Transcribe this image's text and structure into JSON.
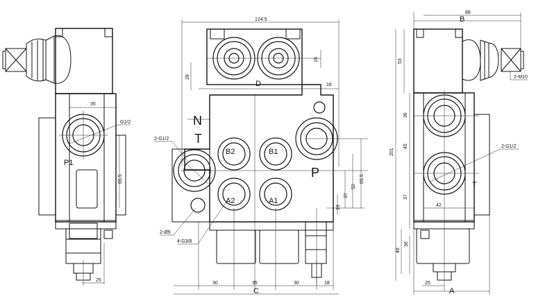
{
  "left_view": {
    "dim_35": "35",
    "dim_65_5": "65.5",
    "dim_25": "25",
    "thread": "G1/2",
    "port_p1": "P1"
  },
  "center_view": {
    "dim_124_5": "124.5",
    "dim_28": "28",
    "dim_D": "D",
    "dim_16": "16",
    "dim_16b": "16",
    "thread_side": "2-G1/2",
    "port_n": "N",
    "port_t": "T",
    "port_b2": "B2",
    "port_b1": "B1",
    "port_a2": "A2",
    "port_a1": "A1",
    "port_p": "P",
    "dim_65_5": "65.5",
    "dim_52": "52",
    "dim_37": "37",
    "dim_19": "19",
    "holes": "2-Ø9",
    "ports_thread": "4-G3/8",
    "bottom_30a": "30",
    "bottom_35": "35",
    "bottom_30b": "30",
    "bottom_18": "18",
    "dim_C": "C"
  },
  "right_view": {
    "dim_88": "88",
    "dim_B": "B",
    "dim_53": "53",
    "hole_m10": "2-M10",
    "dim_201": "201",
    "dim_45": "45",
    "dim_36a": "36",
    "thread": "2-G1/2",
    "port_t": "T",
    "dim_37": "37",
    "dim_42": "42",
    "dim_48": "48",
    "dim_36b": "36",
    "dim_25": "25",
    "dim_A": "A"
  }
}
